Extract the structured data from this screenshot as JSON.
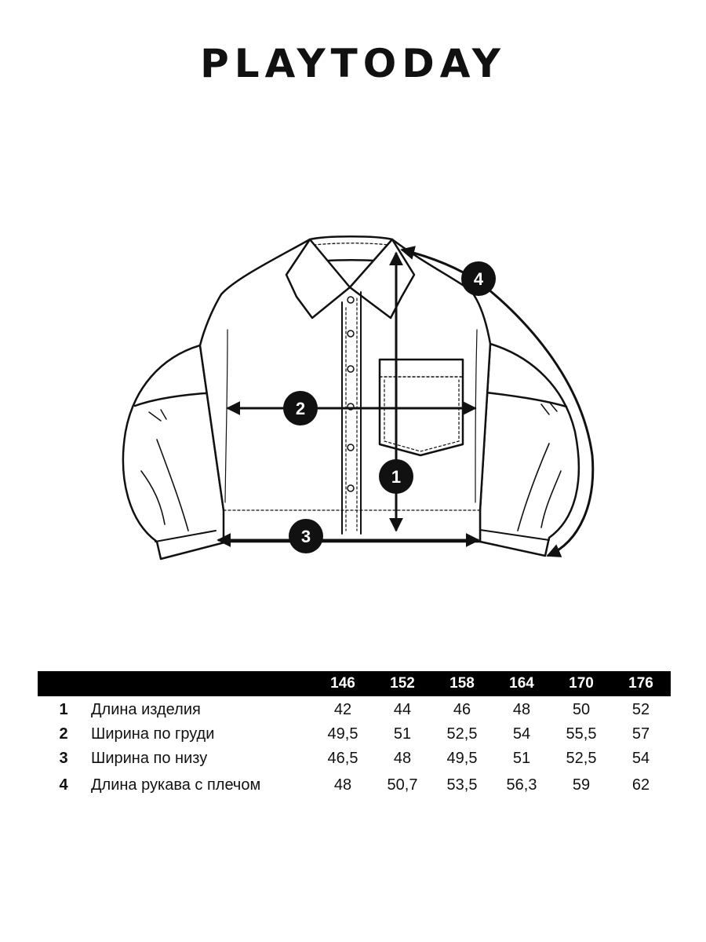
{
  "brand": "PLAYTODAY",
  "markers": [
    "1",
    "2",
    "3",
    "4"
  ],
  "sizes": [
    "146",
    "152",
    "158",
    "164",
    "170",
    "176"
  ],
  "rows": [
    {
      "num": "1",
      "name": "Длина изделия",
      "values": [
        "42",
        "44",
        "46",
        "48",
        "50",
        "52"
      ]
    },
    {
      "num": "2",
      "name": "Ширина по груди",
      "values": [
        "49,5",
        "51",
        "52,5",
        "54",
        "55,5",
        "57"
      ]
    },
    {
      "num": "3",
      "name": "Ширина по низу",
      "values": [
        "46,5",
        "48",
        "49,5",
        "51",
        "52,5",
        "54"
      ]
    },
    {
      "num": "4",
      "name": "Длина рукава с плечом",
      "values": [
        "48",
        "50,7",
        "53,5",
        "56,3",
        "59",
        "62"
      ]
    }
  ]
}
